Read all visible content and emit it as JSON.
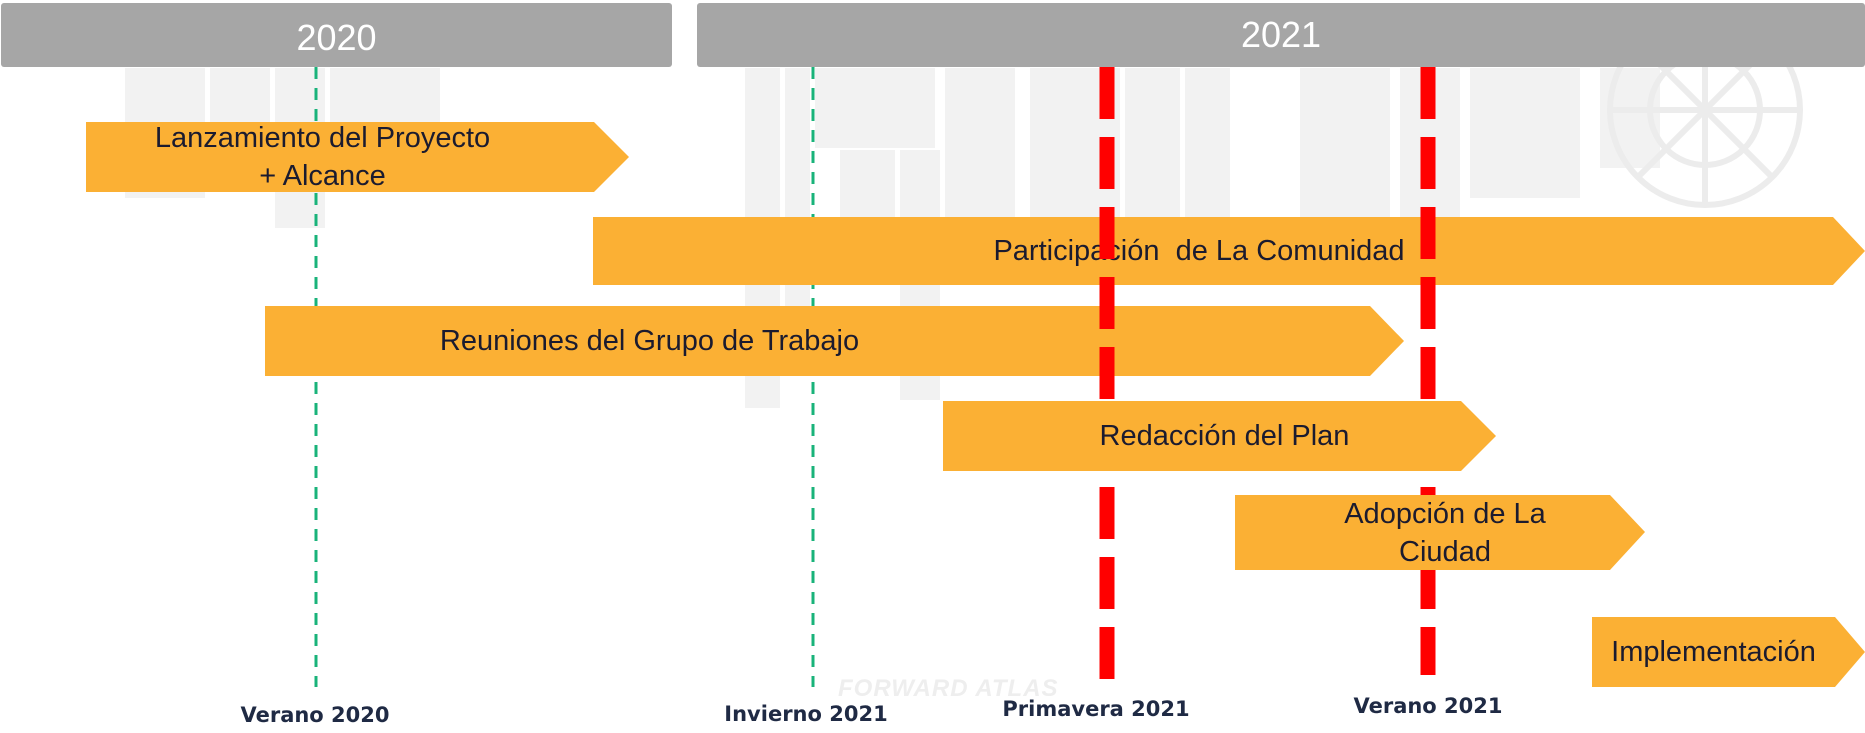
{
  "years": {
    "y2020": "2020",
    "y2021": "2021"
  },
  "phases": [
    {
      "label": "Lanzamiento del Proyecto\n+ Alcance"
    },
    {
      "label": "Participación  de La Comunidad"
    },
    {
      "label": "Reuniones del Grupo de Trabajo"
    },
    {
      "label": "Redacción del Plan"
    },
    {
      "label": "Adopción de La\nCiudad"
    },
    {
      "label": "Implementación"
    }
  ],
  "milestones": {
    "verano_2020": "Verano 2020",
    "invierno_2021": "Invierno 2021",
    "primavera_2021": "Primavera 2021",
    "verano_2021": "Verano 2021"
  },
  "watermark": "FORWARD ATLAS",
  "colors": {
    "year_bar": "#a6a6a6",
    "arrow": "#fbb034",
    "green_line": "#19b37a",
    "red_line": "#ff0000"
  }
}
